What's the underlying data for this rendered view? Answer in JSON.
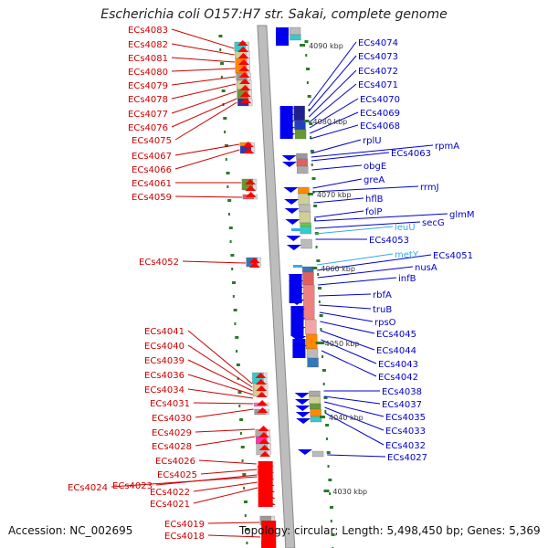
{
  "title": "Escherichia coli O157:H7 str. Sakai, complete genome",
  "footer": {
    "accession": "Accession: NC_002695",
    "topology": "Topology: circular; Length: 5,498,450 bp; Genes: 5,369"
  },
  "colors": {
    "left_label": "#cc0000",
    "right_label": "#0000cc",
    "rna_label": "#33aaee",
    "backbone": "#999999",
    "tick": "#2a7a2a"
  },
  "scale_labels": [
    "4090 kbp",
    "4080 kbp",
    "4070 kbp",
    "4060 kbp",
    "4050 kbp",
    "4040 kbp",
    "4030 kbp"
  ],
  "left_genes": [
    "ECs4083",
    "ECs4082",
    "ECs4081",
    "ECs4080",
    "ECs4079",
    "ECs4078",
    "ECs4077",
    "ECs4076",
    "ECs4075",
    "ECs4067",
    "ECs4066",
    "ECs4061",
    "ECs4059",
    "ECs4052",
    "ECs4041",
    "ECs4040",
    "ECs4039",
    "ECs4036",
    "ECs4034",
    "ECs4031",
    "ECs4030",
    "ECs4029",
    "ECs4028",
    "ECs4026",
    "ECs4025",
    "ECs4023",
    "ECs4024",
    "ECs4022",
    "ECs4021",
    "ECs4019",
    "ECs4018"
  ],
  "right_genes": [
    "ECs4074",
    "ECs4073",
    "ECs4072",
    "ECs4071",
    "ECs4070",
    "ECs4069",
    "ECs4068",
    "rplU",
    "rpmA",
    "ECs4063",
    "obgE",
    "greA",
    "rrmJ",
    "hflB",
    "folP",
    "glmM",
    "secG",
    "leuU",
    "ECs4053",
    "metY",
    "ECs4051",
    "nusA",
    "infB",
    "rbfA",
    "truB",
    "rpsO",
    "ECs4045",
    "ECs4044",
    "ECs4043",
    "ECs4042",
    "ECs4038",
    "ECs4037",
    "ECs4035",
    "ECs4033",
    "ECs4032",
    "ECs4027"
  ]
}
